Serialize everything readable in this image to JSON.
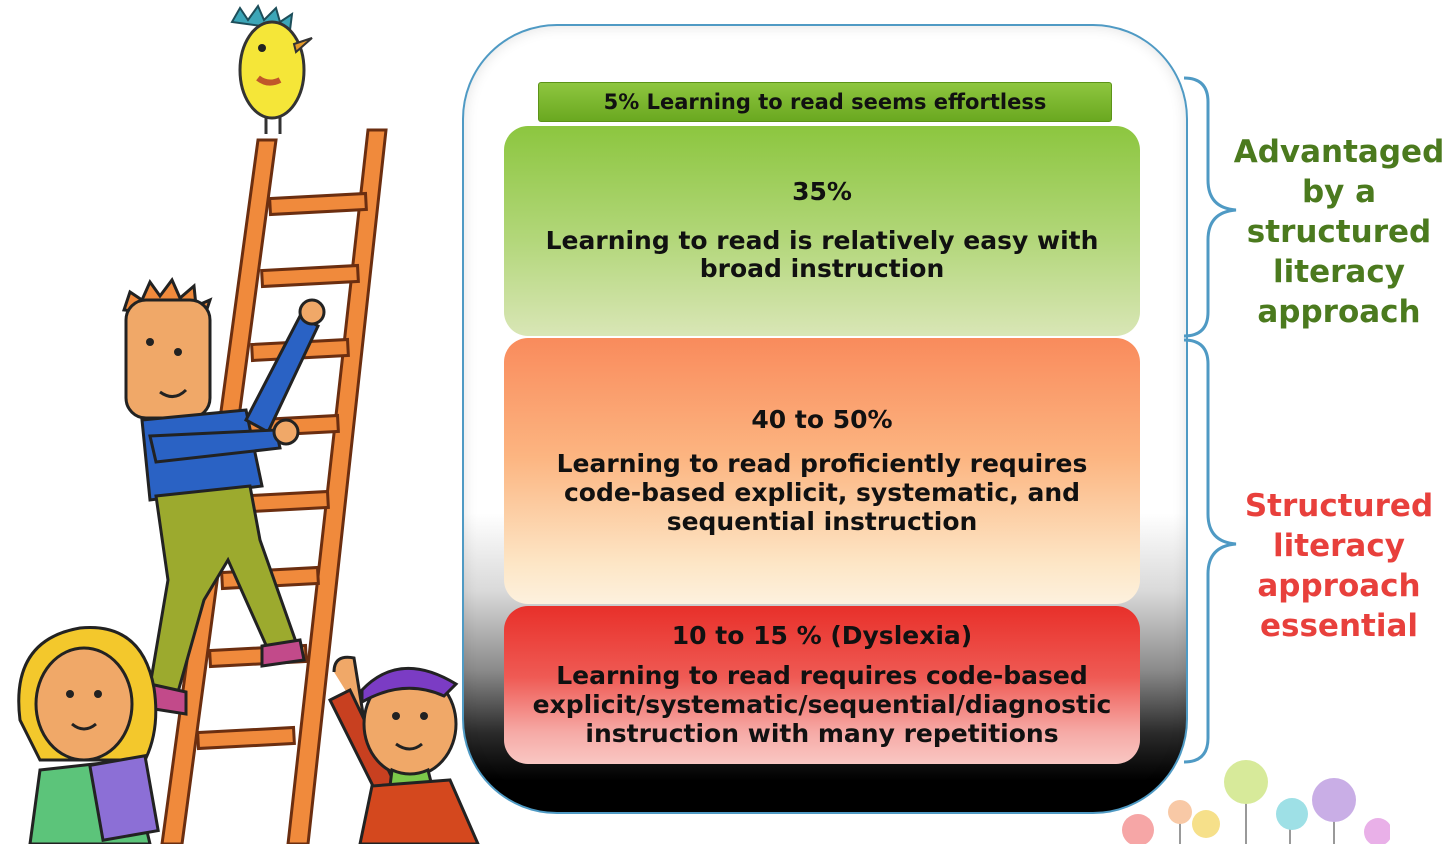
{
  "bands": [
    {
      "id": "top",
      "text": "5% Learning to read seems effortless"
    },
    {
      "id": "b35",
      "percent": "35%",
      "description_lines": [
        "Learning to read is relatively easy with",
        "broad instruction"
      ]
    },
    {
      "id": "b40",
      "percent": "40 to 50%",
      "description_lines": [
        "Learning to read proficiently requires",
        "code-based explicit, systematic, and",
        "sequential instruction"
      ]
    },
    {
      "id": "b10",
      "percent": "10 to 15 % (Dyslexia)",
      "description_lines": [
        "Learning to read requires code-based",
        "explicit/systematic/sequential/diagnostic",
        "instruction with many repetitions"
      ]
    }
  ],
  "side_labels": {
    "advantaged": {
      "lines": [
        "Advantaged",
        "by a",
        "structured",
        "literacy",
        "approach"
      ],
      "color": "#4b7a1e"
    },
    "essential": {
      "lines": [
        "Structured",
        "literacy",
        "approach",
        "essential"
      ],
      "color": "#e8403c"
    }
  },
  "colors": {
    "band_top": "#6aa820",
    "band_35": "#8cc63f",
    "band_40": "#f98b5c",
    "band_10": "#e8302a",
    "panel_border": "#4f9ac4",
    "brace": "#4f9ac4"
  },
  "illustration": {
    "icons": [
      "ladder-icon",
      "bird-icon",
      "climbing-child-icon",
      "girl-with-book-icon",
      "waving-child-icon",
      "dandelion-flowers-icon"
    ]
  }
}
